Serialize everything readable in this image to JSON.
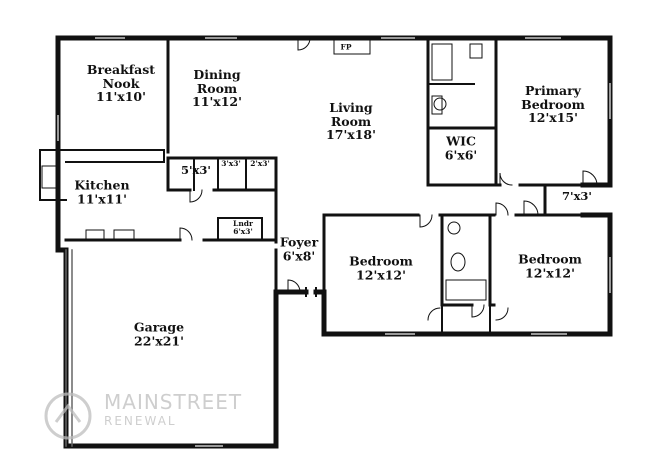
{
  "rooms": {
    "breakfast_nook": {
      "name": "Breakfast\nNook",
      "dims": "11'x10'"
    },
    "dining_room": {
      "name": "Dining\nRoom",
      "dims": "11'x12'"
    },
    "living_room": {
      "name": "Living\nRoom",
      "dims": "17'x18'"
    },
    "primary_bedroom": {
      "name": "Primary\nBedroom",
      "dims": "12'x15'"
    },
    "wic": {
      "name": "WIC",
      "dims": "6'x6'"
    },
    "kitchen": {
      "name": "Kitchen",
      "dims": "11'x11'"
    },
    "closet_5x3": {
      "dims": "5'x3'"
    },
    "closet_3x3": {
      "dims": "3'x3'"
    },
    "closet_2x3": {
      "dims": "2'x3'"
    },
    "closet_7x3": {
      "dims": "7'x3'"
    },
    "laundry": {
      "name": "Lndr",
      "dims": "6'x3'"
    },
    "foyer": {
      "name": "Foyer",
      "dims": "6'x8'"
    },
    "bedroom_2": {
      "name": "Bedroom",
      "dims": "12'x12'"
    },
    "bedroom_3": {
      "name": "Bedroom",
      "dims": "12'x12'"
    },
    "garage": {
      "name": "Garage",
      "dims": "22'x21'"
    }
  },
  "fireplace_label": "FP",
  "watermark": {
    "line1": "MAINSTREET",
    "line2": "RENEWAL"
  },
  "colors": {
    "wall": "#111111",
    "window": "#9a9a9a",
    "background": "#ffffff"
  }
}
